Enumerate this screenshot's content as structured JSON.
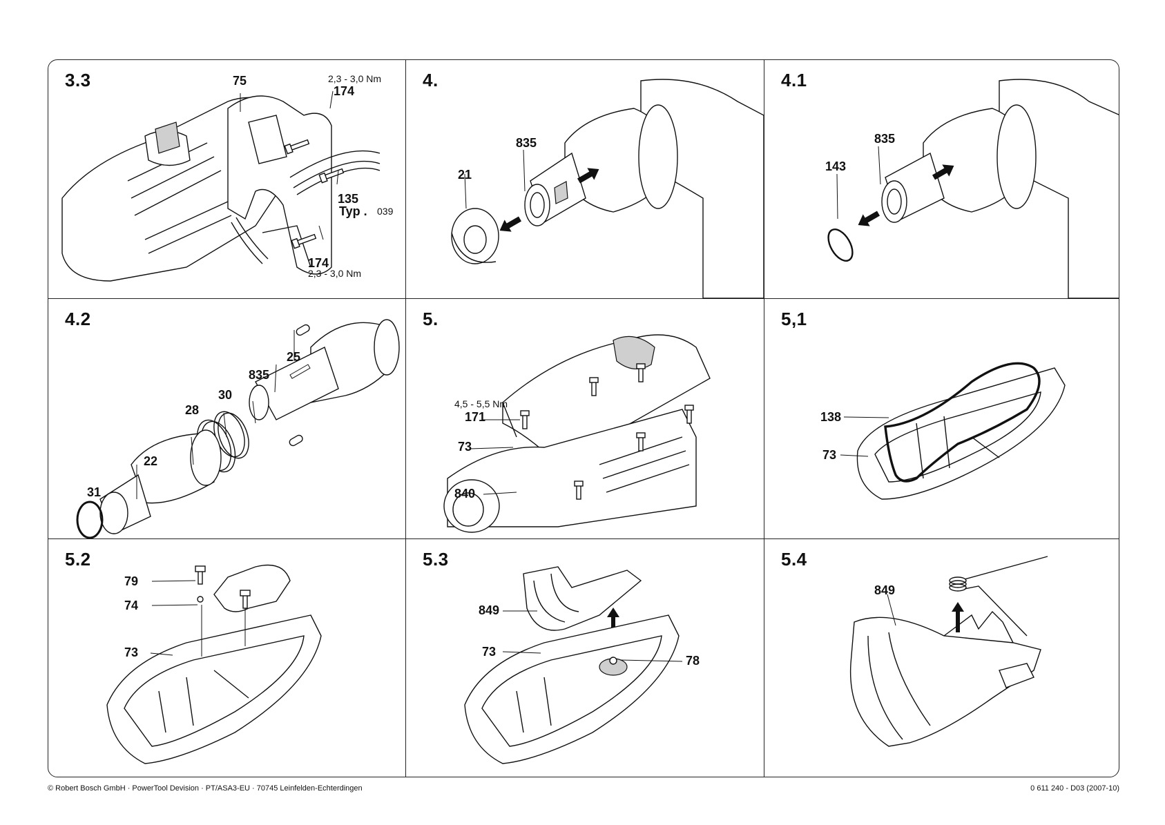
{
  "panels": [
    {
      "step": "3.3",
      "callouts": {
        "p75": "75",
        "p174a": "174",
        "torque_a": "2,3 - 3,0 Nm",
        "p135": "135",
        "typ_label": "Typ .",
        "typ_value": "039",
        "p174b": "174",
        "torque_b": "2,3 - 3,0 Nm"
      }
    },
    {
      "step": "4.",
      "callouts": {
        "p835": "835",
        "p21": "21"
      }
    },
    {
      "step": "4.1",
      "callouts": {
        "p835": "835",
        "p143": "143"
      }
    },
    {
      "step": "4.2",
      "callouts": {
        "p25": "25",
        "p835": "835",
        "p30": "30",
        "p28": "28",
        "p22": "22",
        "p31": "31"
      }
    },
    {
      "step": "5.",
      "callouts": {
        "torque": "4,5 - 5,5 Nm",
        "p171": "171",
        "p73": "73",
        "p840": "840"
      }
    },
    {
      "step": "5,1",
      "callouts": {
        "p138": "138",
        "p73": "73"
      }
    },
    {
      "step": "5.2",
      "callouts": {
        "p79": "79",
        "p74": "74",
        "p73": "73"
      }
    },
    {
      "step": "5.3",
      "callouts": {
        "p849": "849",
        "p73": "73",
        "p78": "78"
      }
    },
    {
      "step": "5.4",
      "callouts": {
        "p849": "849"
      }
    }
  ],
  "footer": {
    "left": "© Robert Bosch GmbH · PowerTool Devision · PT/ASA3-EU · 70745 Leinfelden-Echterdingen",
    "right": "0 611 240 - D03 (2007-10)"
  },
  "icons": [
    "arrow-icon",
    "screw-icon",
    "o-ring-icon"
  ]
}
